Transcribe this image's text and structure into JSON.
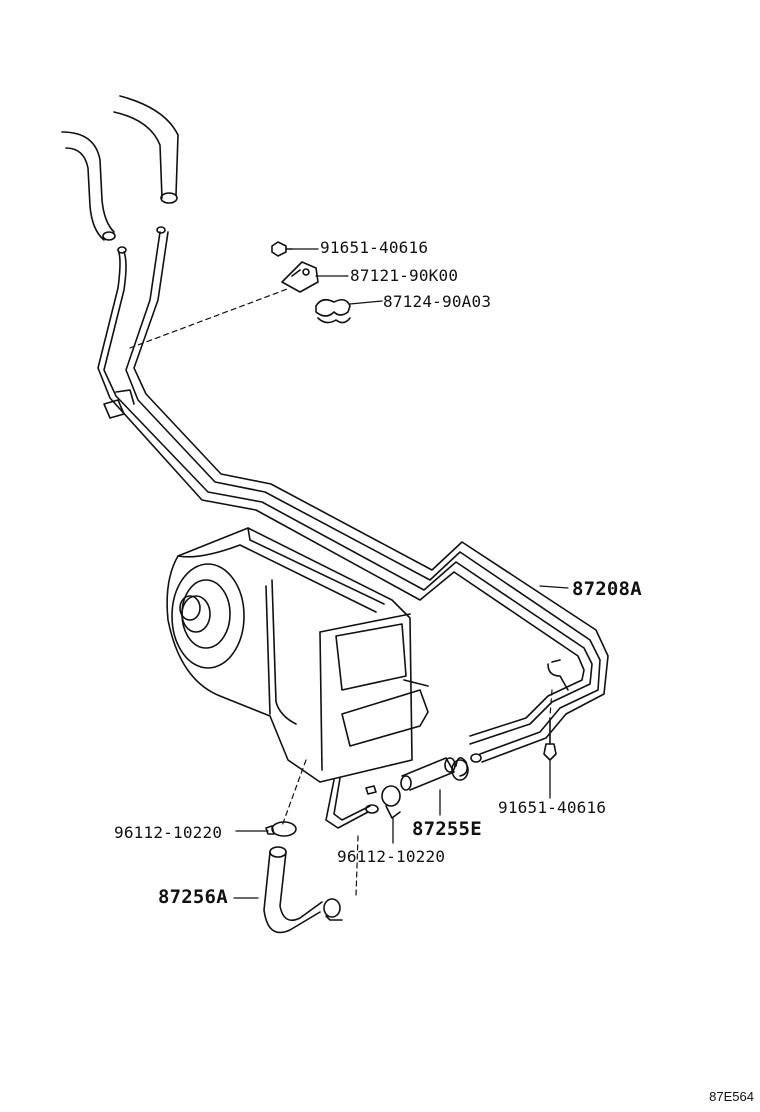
{
  "callouts": {
    "bolt_top": "91651-40616",
    "bracket": "87121-90K00",
    "clamp_top": "87124-90A03",
    "pipe": "87208A",
    "bolt_right": "91651-40616",
    "hose_right": "87255E",
    "clip_center": "96112-10220",
    "clip_left": "96112-10220",
    "hose_left": "87256A"
  },
  "reference_code": "87E564"
}
